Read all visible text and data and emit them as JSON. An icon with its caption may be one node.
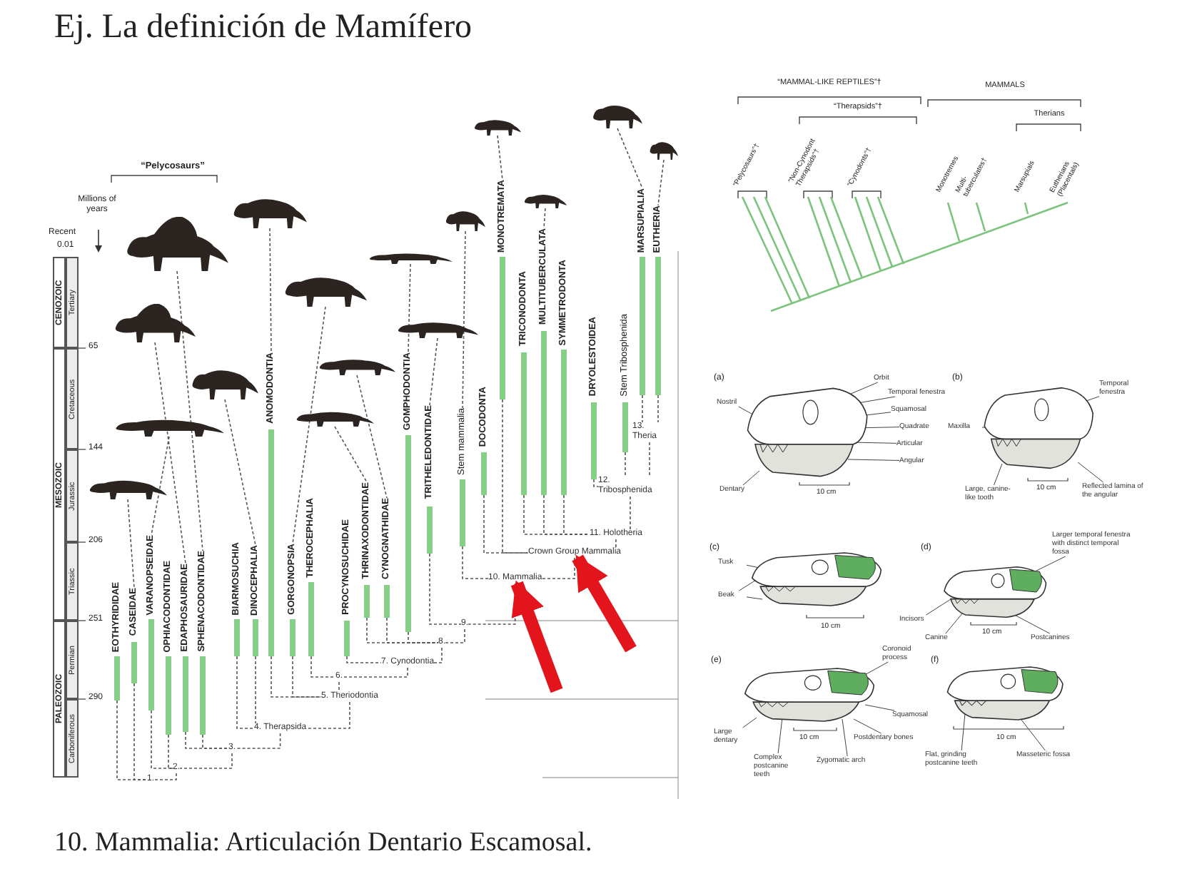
{
  "diagram": {
    "title": "Ej. La definición de Mamífero",
    "caption": "10. Mammalia: Articulación Dentario Escamosal.",
    "nodes": [
      {
        "text": [
          "EOTHYRIDIDAE"
        ]
      },
      {
        "text": [
          "CASEIDAE"
        ]
      },
      {
        "text": [
          "VARANOPSEIDAE"
        ]
      },
      {
        "text": [
          "OPHIACODONTIDAE"
        ]
      },
      {
        "text": [
          "EDAPHOSAURIDAE"
        ]
      },
      {
        "text": [
          "SPHENACODONTIDAE"
        ]
      },
      {
        "text": [
          "BIARMOSUCHIA"
        ]
      },
      {
        "text": [
          "DINOCEPHALIA"
        ]
      },
      {
        "text": [
          "ANOMODONTIA"
        ]
      },
      {
        "text": [
          "GORGONOPSIA"
        ]
      },
      {
        "text": [
          "THEROCEPHALIA"
        ]
      },
      {
        "text": [
          "PROCYNOSUCHIDAE"
        ]
      },
      {
        "text": [
          "THRINAXODONTIDAE"
        ]
      },
      {
        "text": [
          "CYNOGNATHIDAE"
        ]
      },
      {
        "text": [
          "GOMPHODONTIA"
        ]
      },
      {
        "text": [
          "TRITHELEDONTIDAE"
        ]
      },
      {
        "text": [
          "Stem mammalia"
        ]
      },
      {
        "text": [
          "DOCODONTA"
        ]
      },
      {
        "text": [
          "MONOTREMATA"
        ]
      },
      {
        "text": [
          "TRICONODONTA"
        ]
      },
      {
        "text": [
          "MULTITUBERCULATA"
        ]
      },
      {
        "text": [
          "SYMMETRODONTA"
        ]
      },
      {
        "text": [
          "DRYOLESTOIDEA"
        ]
      },
      {
        "text": [
          "Stem Tribosphenida"
        ]
      },
      {
        "text": [
          "MARSUPIALIA"
        ]
      },
      {
        "text": [
          "EUTHERIA"
        ]
      },
      {
        "text": [
          "1."
        ]
      },
      {
        "text": [
          "2."
        ]
      },
      {
        "text": [
          "3."
        ]
      },
      {
        "text": [
          "4. Therapsida"
        ]
      },
      {
        "text": [
          "5. Theriodontia"
        ]
      },
      {
        "text": [
          "6."
        ]
      },
      {
        "text": [
          "7. Cynodontia"
        ]
      },
      {
        "text": [
          "8."
        ]
      },
      {
        "text": [
          "9."
        ]
      },
      {
        "text": [
          "10. Mammalia"
        ]
      },
      {
        "text": [
          "Crown Group Mammalia"
        ]
      },
      {
        "text": [
          "11. Holotheria"
        ]
      },
      {
        "text": [
          "12. Tribosphenida"
        ]
      },
      {
        "text": [
          "13. Theria"
        ]
      },
      {
        "text": [],
        "shape": "picture"
      },
      {
        "text": [],
        "shape": "picture"
      },
      {
        "text": [],
        "shape": "picture"
      },
      {
        "text": [],
        "shape": "picture"
      },
      {
        "text": [],
        "shape": "picture"
      },
      {
        "text": [],
        "shape": "picture"
      },
      {
        "text": [],
        "shape": "picture"
      },
      {
        "text": [],
        "shape": "picture"
      },
      {
        "text": [],
        "shape": "picture"
      },
      {
        "text": [],
        "shape": "picture"
      },
      {
        "text": [],
        "shape": "picture"
      },
      {
        "text": [],
        "shape": "picture"
      },
      {
        "text": [],
        "shape": "picture"
      },
      {
        "text": [],
        "shape": "picture"
      },
      {
        "text": [],
        "shape": "picture"
      },
      {
        "text": [],
        "shape": "picture"
      },
      {
        "text": [
          "Nostril"
        ]
      },
      {
        "text": [
          "Orbit"
        ]
      },
      {
        "text": [
          "Temporal fenestra"
        ]
      },
      {
        "text": [
          "Squamosal"
        ]
      },
      {
        "text": [
          "Quadrate"
        ]
      },
      {
        "text": [
          "Articular"
        ]
      },
      {
        "text": [
          "Angular"
        ]
      },
      {
        "text": [
          "Dentary"
        ]
      },
      {
        "text": [
          "Temporal fenestra"
        ]
      },
      {
        "text": [
          "Maxilla"
        ]
      },
      {
        "text": [
          "Large, canine-like tooth"
        ]
      },
      {
        "text": [
          "Reflected lamina of the angular"
        ]
      },
      {
        "text": [
          "Tusk"
        ]
      },
      {
        "text": [
          "Beak"
        ]
      },
      {
        "text": [
          "Larger temporal fenestra with distinct temporal fossa"
        ]
      },
      {
        "text": [
          "Incisors"
        ]
      },
      {
        "text": [
          "Canine"
        ]
      },
      {
        "text": [
          "Postcanines"
        ]
      },
      {
        "text": [
          "Coronoid process"
        ]
      },
      {
        "text": [
          "Squamosal"
        ]
      },
      {
        "text": [
          "Postdentary bones"
        ]
      },
      {
        "text": [
          "Large dentary"
        ]
      },
      {
        "text": [
          "Complex postcanine teeth"
        ]
      },
      {
        "text": [
          "Zygomatic arch"
        ]
      },
      {
        "text": [
          "Flat, grinding postcanine teeth"
        ]
      },
      {
        "text": [
          "Masseteric fossa"
        ]
      },
      {
        "text": [],
        "shape": "picture"
      },
      {
        "text": [],
        "shape": "picture"
      },
      {
        "text": [],
        "shape": "picture"
      },
      {
        "text": [],
        "shape": "picture"
      },
      {
        "text": [],
        "shape": "picture"
      },
      {
        "text": [],
        "shape": "picture"
      }
    ],
    "edges": [
      {
        "from": 0,
        "to": 26,
        "arrow": "none",
        "style": "dashed"
      },
      {
        "from": 1,
        "to": 26,
        "arrow": "none",
        "style": "dashed"
      },
      {
        "from": 27,
        "to": 26,
        "arrow": "none",
        "style": "dashed"
      },
      {
        "from": 2,
        "to": 27,
        "arrow": "none",
        "style": "dashed"
      },
      {
        "from": 3,
        "to": 27,
        "arrow": "none",
        "style": "dashed"
      },
      {
        "from": 28,
        "to": 27,
        "arrow": "none",
        "style": "dashed"
      },
      {
        "from": 4,
        "to": 28,
        "arrow": "none",
        "style": "dashed"
      },
      {
        "from": 5,
        "to": 28,
        "arrow": "none",
        "style": "dashed"
      },
      {
        "from": 29,
        "to": 28,
        "arrow": "none",
        "style": "dashed"
      },
      {
        "from": 6,
        "to": 29,
        "arrow": "none",
        "style": "dashed"
      },
      {
        "from": 7,
        "to": 29,
        "arrow": "none",
        "style": "dashed"
      },
      {
        "from": 30,
        "to": 29,
        "arrow": "none",
        "style": "dashed"
      },
      {
        "from": 8,
        "to": 30,
        "arrow": "none",
        "style": "dashed"
      },
      {
        "from": 9,
        "to": 30,
        "arrow": "none",
        "style": "dashed"
      },
      {
        "from": 31,
        "to": 30,
        "arrow": "none",
        "style": "dashed"
      },
      {
        "from": 10,
        "to": 31,
        "arrow": "none",
        "style": "dashed"
      },
      {
        "from": 32,
        "to": 31,
        "arrow": "none",
        "style": "dashed"
      },
      {
        "from": 11,
        "to": 32,
        "arrow": "none",
        "style": "dashed"
      },
      {
        "from": 33,
        "to": 32,
        "arrow": "none",
        "style": "dashed"
      },
      {
        "from": 12,
        "to": 33,
        "arrow": "none",
        "style": "dashed"
      },
      {
        "from": 13,
        "to": 33,
        "arrow": "none",
        "style": "dashed"
      },
      {
        "from": 14,
        "to": 33,
        "arrow": "none",
        "style": "dashed"
      },
      {
        "from": 34,
        "to": 33,
        "arrow": "none",
        "style": "dashed"
      },
      {
        "from": 15,
        "to": 34,
        "arrow": "none",
        "style": "dashed"
      },
      {
        "from": 35,
        "to": 34,
        "arrow": "none",
        "style": "dashed"
      },
      {
        "from": 16,
        "to": 35,
        "arrow": "none",
        "style": "dashed"
      },
      {
        "from": 36,
        "to": 35,
        "arrow": "none",
        "style": "dashed"
      },
      {
        "from": 17,
        "to": 36,
        "arrow": "none",
        "style": "dashed"
      },
      {
        "from": 18,
        "to": 36,
        "arrow": "none",
        "style": "dashed"
      },
      {
        "from": 37,
        "to": 36,
        "arrow": "none",
        "style": "dashed"
      },
      {
        "from": 19,
        "to": 37,
        "arrow": "none",
        "style": "dashed"
      },
      {
        "from": 20,
        "to": 37,
        "arrow": "none",
        "style": "dashed"
      },
      {
        "from": 21,
        "to": 37,
        "arrow": "none",
        "style": "dashed"
      },
      {
        "from": 38,
        "to": 37,
        "arrow": "none",
        "style": "dashed"
      },
      {
        "from": 22,
        "to": 38,
        "arrow": "none",
        "style": "dashed"
      },
      {
        "from": 23,
        "to": 38,
        "arrow": "none",
        "style": "dashed"
      },
      {
        "from": 39,
        "to": 38,
        "arrow": "none",
        "style": "dashed"
      },
      {
        "from": 24,
        "to": 39,
        "arrow": "none",
        "style": "dashed"
      },
      {
        "from": 25,
        "to": 39,
        "arrow": "none",
        "style": "dashed"
      },
      {
        "from": 40,
        "to": 5,
        "arrow": "none",
        "style": "dashed"
      },
      {
        "from": 41,
        "to": 4,
        "arrow": "none",
        "style": "dashed"
      },
      {
        "from": 42,
        "to": 2,
        "arrow": "none",
        "style": "dashed"
      },
      {
        "from": 43,
        "to": 1,
        "arrow": "none",
        "style": "dashed"
      },
      {
        "from": 44,
        "to": 8,
        "arrow": "none",
        "style": "dashed"
      },
      {
        "from": 45,
        "to": 7,
        "arrow": "none",
        "style": "dashed"
      },
      {
        "from": 46,
        "to": 9,
        "arrow": "none",
        "style": "dashed"
      },
      {
        "from": 47,
        "to": 13,
        "arrow": "none",
        "style": "dashed"
      },
      {
        "from": 48,
        "to": 12,
        "arrow": "none",
        "style": "dashed"
      },
      {
        "from": 49,
        "to": 14,
        "arrow": "none",
        "style": "dashed"
      },
      {
        "from": 50,
        "to": 15,
        "arrow": "none",
        "style": "dashed"
      },
      {
        "from": 51,
        "to": 16,
        "arrow": "none",
        "style": "dashed"
      },
      {
        "from": 52,
        "to": 18,
        "arrow": "none",
        "style": "dashed"
      },
      {
        "from": 53,
        "to": 20,
        "arrow": "none",
        "style": "dashed"
      },
      {
        "from": 54,
        "to": 24,
        "arrow": "none",
        "style": "dashed"
      },
      {
        "from": 55,
        "to": 25,
        "arrow": "none",
        "style": "dashed"
      },
      {
        "from": null,
        "to": 35,
        "arrow": "to",
        "style": "thick",
        "color": "#e3141b"
      },
      {
        "from": null,
        "to": 36,
        "arrow": "to",
        "style": "thick",
        "color": "#e3141b"
      },
      {
        "from": 56,
        "to": 82,
        "arrow": "none"
      },
      {
        "from": 57,
        "to": 82,
        "arrow": "none"
      },
      {
        "from": 58,
        "to": 82,
        "arrow": "none"
      },
      {
        "from": 59,
        "to": 82,
        "arrow": "none"
      },
      {
        "from": 60,
        "to": 82,
        "arrow": "none"
      },
      {
        "from": 61,
        "to": 82,
        "arrow": "none"
      },
      {
        "from": 62,
        "to": 82,
        "arrow": "none"
      },
      {
        "from": 63,
        "to": 82,
        "arrow": "none"
      },
      {
        "from": 64,
        "to": 83,
        "arrow": "none"
      },
      {
        "from": 65,
        "to": 83,
        "arrow": "none"
      },
      {
        "from": 66,
        "to": 83,
        "arrow": "none"
      },
      {
        "from": 67,
        "to": 83,
        "arrow": "none"
      },
      {
        "from": 68,
        "to": 84,
        "arrow": "none"
      },
      {
        "from": 69,
        "to": 84,
        "arrow": "none"
      },
      {
        "from": 69,
        "to": 84,
        "arrow": "none"
      },
      {
        "from": 70,
        "to": 85,
        "arrow": "none"
      },
      {
        "from": 71,
        "to": 85,
        "arrow": "none"
      },
      {
        "from": 72,
        "to": 85,
        "arrow": "none"
      },
      {
        "from": 73,
        "to": 85,
        "arrow": "none"
      },
      {
        "from": 74,
        "to": 86,
        "arrow": "none"
      },
      {
        "from": 75,
        "to": 86,
        "arrow": "none"
      },
      {
        "from": 76,
        "to": 86,
        "arrow": "none"
      },
      {
        "from": 77,
        "to": 86,
        "arrow": "none"
      },
      {
        "from": 78,
        "to": 86,
        "arrow": "none"
      },
      {
        "from": 79,
        "to": 86,
        "arrow": "none"
      },
      {
        "from": 80,
        "to": 87,
        "arrow": "none"
      },
      {
        "from": 81,
        "to": 87,
        "arrow": "none"
      }
    ],
    "labels": [
      "Millions of years",
      "Recent",
      "0.01",
      "CENOZOIC",
      "Tertiary",
      "65",
      "Cretaceous",
      "144",
      "MESOZOIC",
      "Jurassic",
      "206",
      "Triassic",
      "251",
      "PALEOZOIC",
      "Permian",
      "290",
      "Carboniferous",
      "“Pelycosaurs”",
      "“MAMMAL-LIKE REPTILES”†",
      "MAMMALS",
      "“Therapsids”†",
      "Therians",
      "“Pelycosaurs”†",
      "“Non-Cynodont Therapsids”†",
      "“Cynodonts”†",
      "Monotremes",
      "Multi-tuberculates†",
      "Marsupials",
      "Eutherians (Placentals)",
      "(a)",
      "(b)",
      "10 cm",
      "10 cm",
      "(c)",
      "(d)",
      "10 cm",
      "10 cm",
      "(e)",
      "(f)",
      "10 cm",
      "10 cm"
    ]
  }
}
